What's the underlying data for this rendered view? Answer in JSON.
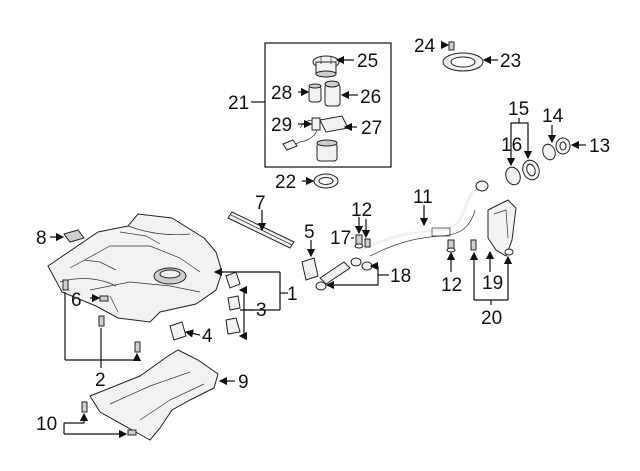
{
  "diagram": {
    "callouts": {
      "c1": "1",
      "c2": "2",
      "c3": "3",
      "c4": "4",
      "c5": "5",
      "c6": "6",
      "c7": "7",
      "c8": "8",
      "c9": "9",
      "c10": "10",
      "c11": "11",
      "c12a": "12",
      "c12b": "12",
      "c13": "13",
      "c14": "14",
      "c15": "15",
      "c16": "16",
      "c17": "17",
      "c18": "18",
      "c19": "19",
      "c20": "20",
      "c21": "21",
      "c22": "22",
      "c23": "23",
      "c24": "24",
      "c25": "25",
      "c26": "26",
      "c27": "27",
      "c28": "28",
      "c29": "29"
    }
  }
}
